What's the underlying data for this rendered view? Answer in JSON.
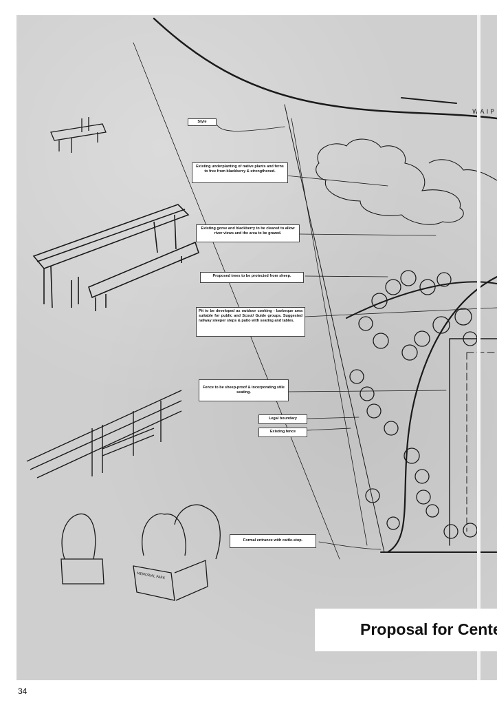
{
  "labels": {
    "style": "Style",
    "underplanting": "Existing underplanting of native plants and ferns to free from blackberry & strengthened.",
    "gorse": "Existing gorse and blackberry to be cleared to allow river views and the area to be grazed.",
    "trees": "Proposed trees to be protected from sheep.",
    "pit": "Pit to be developed as outdoor cooking - barbeque area suitable for public and Scout/ Guide groups. Suggested railway sleeper steps & patio with seating and tables.",
    "fence": "Fence to be sheep-proof & incorporating stile seating.",
    "legal_boundary": "Legal boundary",
    "existing_fence": "Existing fence",
    "entrance": "Formal entrance with cattle-stop."
  },
  "map_text": "WAIP",
  "sign_text": "MEMORIAL PARK",
  "title": "Proposal for Cente",
  "page_number": "34"
}
